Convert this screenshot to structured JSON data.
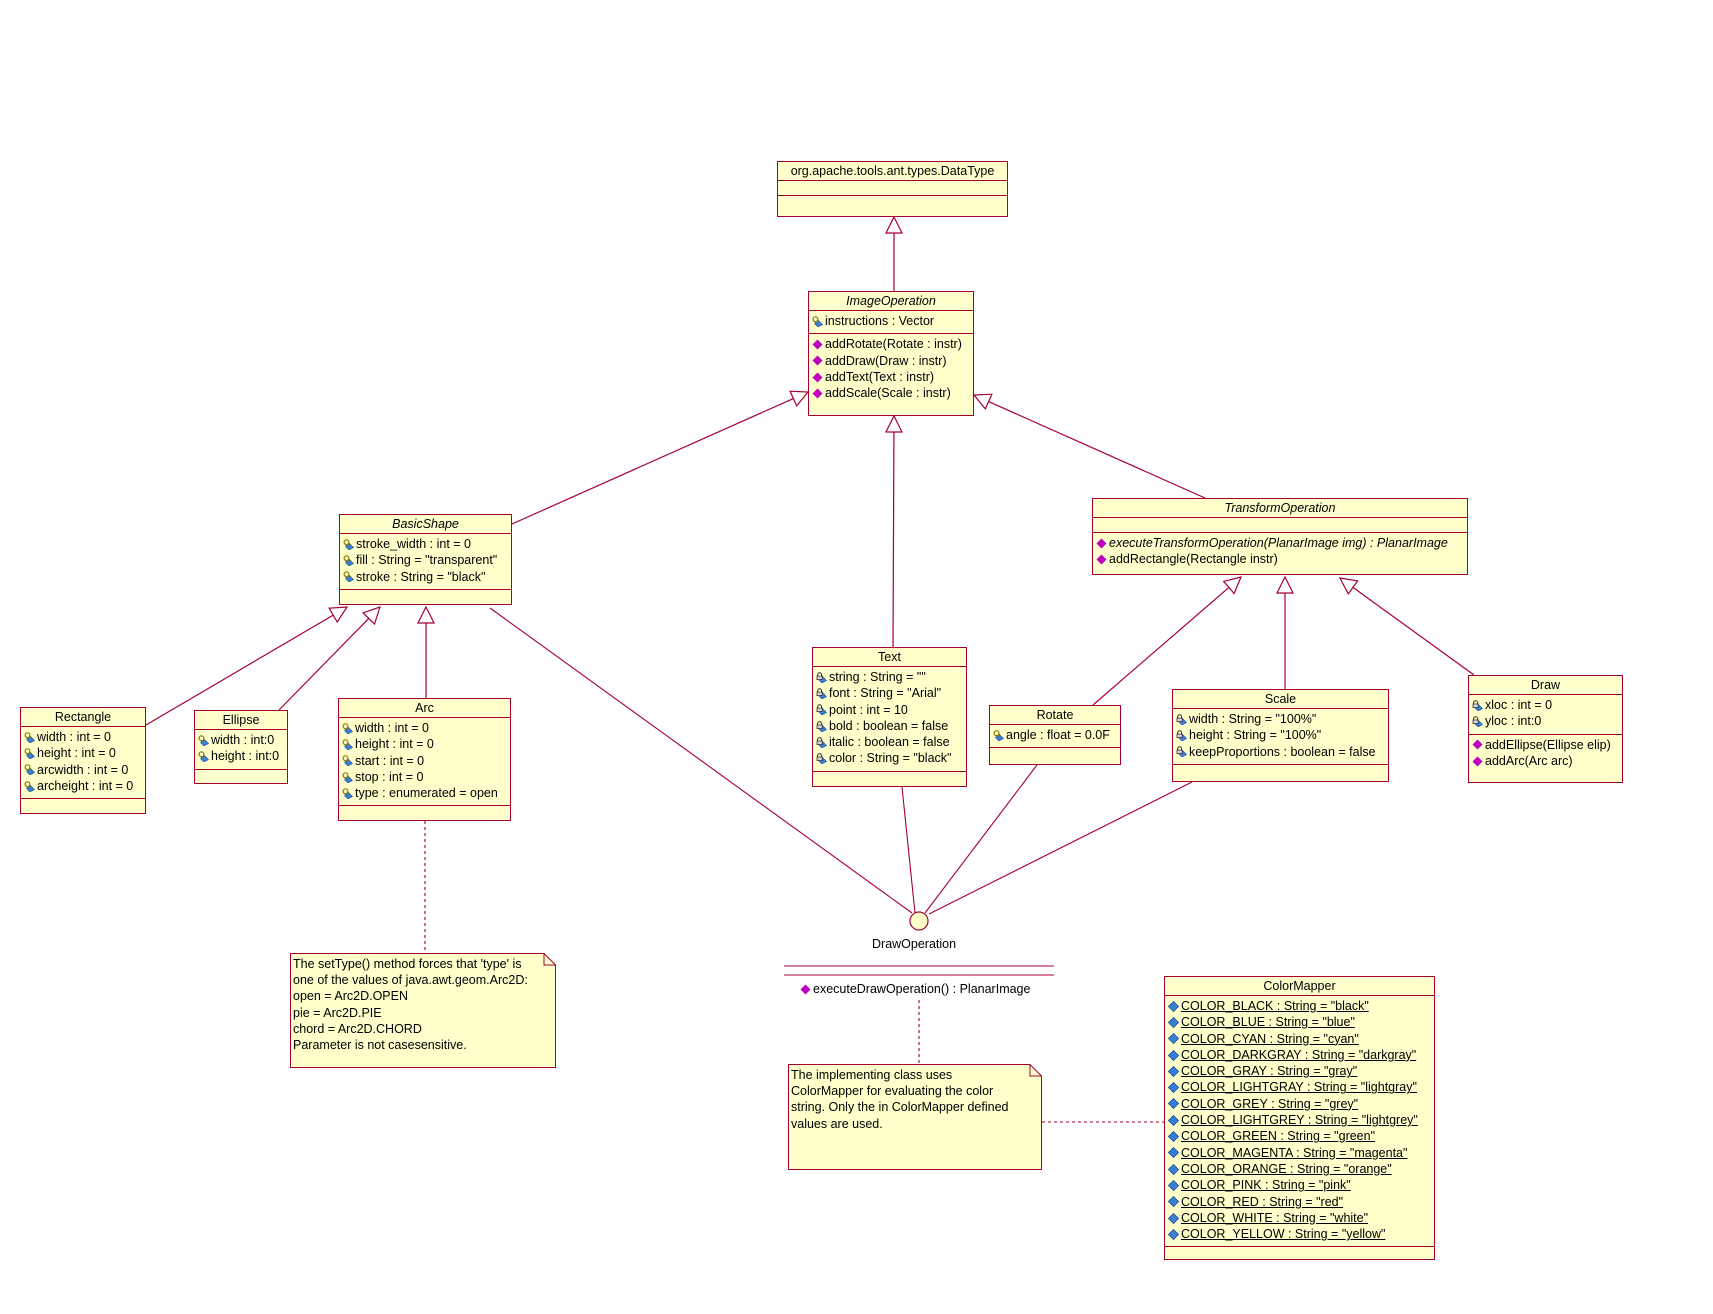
{
  "colors": {
    "line": "#a5002e",
    "fill": "#ffffcc",
    "icon_attr": "#3a7fd5",
    "icon_op": "#c000c0",
    "icon_key": "#d8c000"
  },
  "classes": {
    "datatype": {
      "name": "org.apache.tools.ant.types.DataType",
      "attributes": [],
      "operations": []
    },
    "imageoperation": {
      "name": "ImageOperation",
      "abstract": true,
      "attributes": [
        {
          "text": "instructions : Vector",
          "icon": "protected"
        }
      ],
      "operations": [
        {
          "text": "addRotate(Rotate : instr)",
          "icon": "op"
        },
        {
          "text": "addDraw(Draw : instr)",
          "icon": "op"
        },
        {
          "text": "addText(Text : instr)",
          "icon": "op"
        },
        {
          "text": "addScale(Scale : instr)",
          "icon": "op"
        }
      ]
    },
    "basicshape": {
      "name": "BasicShape",
      "abstract": true,
      "attributes": [
        {
          "text": "stroke_width : int = 0",
          "icon": "protected"
        },
        {
          "text": "fill : String = \"transparent\"",
          "icon": "protected"
        },
        {
          "text": "stroke : String = \"black\"",
          "icon": "protected"
        }
      ],
      "operations": []
    },
    "transformoperation": {
      "name": "TransformOperation",
      "abstract": true,
      "attributes": [],
      "operations": [
        {
          "text": "executeTransformOperation(PlanarImage img) : PlanarImage",
          "icon": "op",
          "italic": true
        },
        {
          "text": "addRectangle(Rectangle instr)",
          "icon": "op"
        }
      ]
    },
    "rectangle": {
      "name": "Rectangle",
      "attributes": [
        {
          "text": "width : int = 0",
          "icon": "protected"
        },
        {
          "text": "height : int = 0",
          "icon": "protected"
        },
        {
          "text": "arcwidth : int = 0",
          "icon": "protected"
        },
        {
          "text": "archeight : int = 0",
          "icon": "protected"
        }
      ],
      "operations": []
    },
    "ellipse": {
      "name": "Ellipse",
      "attributes": [
        {
          "text": "width : int:0",
          "icon": "protected"
        },
        {
          "text": "height : int:0",
          "icon": "protected"
        }
      ],
      "operations": []
    },
    "arc": {
      "name": "Arc",
      "attributes": [
        {
          "text": "width : int = 0",
          "icon": "protected"
        },
        {
          "text": "height : int = 0",
          "icon": "protected"
        },
        {
          "text": "start : int = 0",
          "icon": "protected"
        },
        {
          "text": "stop : int = 0",
          "icon": "protected"
        },
        {
          "text": "type : enumerated = open",
          "icon": "protected"
        }
      ],
      "operations": []
    },
    "text": {
      "name": "Text",
      "attributes": [
        {
          "text": "string : String = \"\"",
          "icon": "private"
        },
        {
          "text": "font : String = \"Arial\"",
          "icon": "private"
        },
        {
          "text": "point : int = 10",
          "icon": "private"
        },
        {
          "text": "bold : boolean = false",
          "icon": "private"
        },
        {
          "text": "italic : boolean = false",
          "icon": "private"
        },
        {
          "text": "color : String = \"black\"",
          "icon": "private"
        }
      ],
      "operations": []
    },
    "rotate": {
      "name": "Rotate",
      "attributes": [
        {
          "text": "angle : float = 0.0F",
          "icon": "protected"
        }
      ],
      "operations": []
    },
    "scale": {
      "name": "Scale",
      "attributes": [
        {
          "text": "width : String = \"100%\"",
          "icon": "private"
        },
        {
          "text": "height : String = \"100%\"",
          "icon": "private"
        },
        {
          "text": "keepProportions : boolean = false",
          "icon": "private"
        }
      ],
      "operations": []
    },
    "draw": {
      "name": "Draw",
      "attributes": [
        {
          "text": "xloc : int = 0",
          "icon": "private"
        },
        {
          "text": "yloc : int:0",
          "icon": "private"
        }
      ],
      "operations": [
        {
          "text": "addEllipse(Ellipse elip)",
          "icon": "op"
        },
        {
          "text": "addArc(Arc arc)",
          "icon": "op"
        }
      ]
    },
    "colormapper": {
      "name": "ColorMapper",
      "attributes": [
        {
          "text": "COLOR_BLACK : String = \"black\"",
          "icon": "public",
          "static": true
        },
        {
          "text": "COLOR_BLUE : String = \"blue\"",
          "icon": "public",
          "static": true
        },
        {
          "text": "COLOR_CYAN : String = \"cyan\"",
          "icon": "public",
          "static": true
        },
        {
          "text": "COLOR_DARKGRAY : String = \"darkgray\"",
          "icon": "public",
          "static": true
        },
        {
          "text": "COLOR_GRAY : String = \"gray\"",
          "icon": "public",
          "static": true
        },
        {
          "text": "COLOR_LIGHTGRAY : String = \"lightgray\"",
          "icon": "public",
          "static": true
        },
        {
          "text": "COLOR_GREY : String = \"grey\"",
          "icon": "public",
          "static": true
        },
        {
          "text": "COLOR_LIGHTGREY : String = \"lightgrey\"",
          "icon": "public",
          "static": true
        },
        {
          "text": "COLOR_GREEN : String = \"green\"",
          "icon": "public",
          "static": true
        },
        {
          "text": "COLOR_MAGENTA : String = \"magenta\"",
          "icon": "public",
          "static": true
        },
        {
          "text": "COLOR_ORANGE : String = \"orange\"",
          "icon": "public",
          "static": true
        },
        {
          "text": "COLOR_PINK : String = \"pink\"",
          "icon": "public",
          "static": true
        },
        {
          "text": "COLOR_RED : String = \"red\"",
          "icon": "public",
          "static": true
        },
        {
          "text": "COLOR_WHITE : String = \"white\"",
          "icon": "public",
          "static": true
        },
        {
          "text": "COLOR_YELLOW : String = \"yellow\"",
          "icon": "public",
          "static": true
        }
      ],
      "operations": []
    }
  },
  "interface": {
    "name": "DrawOperation",
    "operations": [
      {
        "text": "executeDrawOperation() : PlanarImage",
        "icon": "op"
      }
    ]
  },
  "notes": {
    "arc_note": {
      "lines": [
        "The setType() method forces that 'type' is",
        "one of the values of java.awt.geom.Arc2D:",
        "open = Arc2D.OPEN",
        "pie = Arc2D.PIE",
        "chord = Arc2D.CHORD",
        "Parameter is not casesensitive."
      ]
    },
    "color_note": {
      "lines": [
        "The implementing class uses",
        "ColorMapper for evaluating the color",
        "string. Only the in ColorMapper defined",
        "values are used."
      ]
    }
  }
}
